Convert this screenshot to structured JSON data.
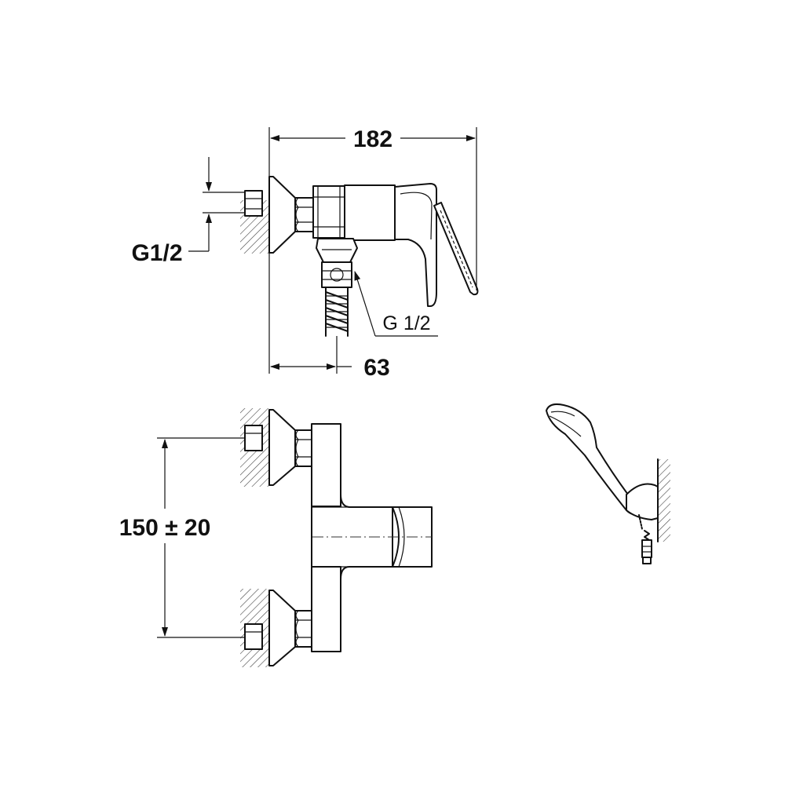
{
  "drawing": {
    "dimensions": {
      "overall_width": "182",
      "wall_offset": "63",
      "inlet_thread": "G1/2",
      "outlet_thread": "G 1/2",
      "inlet_spacing": "150 ± 20"
    }
  }
}
